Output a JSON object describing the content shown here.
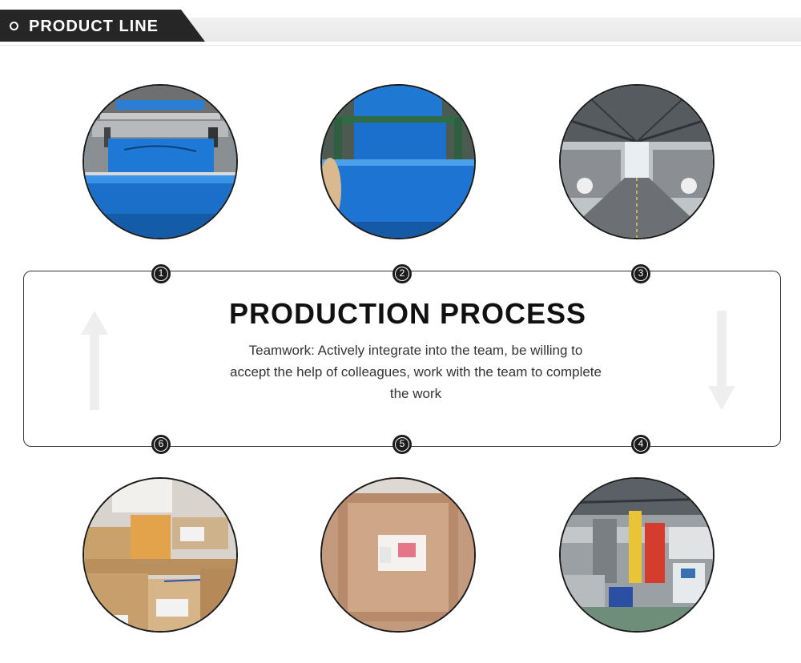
{
  "header": {
    "title": "PRODUCT LINE"
  },
  "process": {
    "title": "PRODUCTION PROCESS",
    "description": "Teamwork: Actively integrate into the team, be willing to accept the help of colleagues, work with the team to complete the work"
  },
  "steps": [
    {
      "number": "1",
      "photo": "blue foam sheet on production rollers"
    },
    {
      "number": "2",
      "photo": "blue foam roll leaving machine"
    },
    {
      "number": "3",
      "photo": "factory workshop hall"
    },
    {
      "number": "4",
      "photo": "production line machinery"
    },
    {
      "number": "5",
      "photo": "wooden crate packing"
    },
    {
      "number": "6",
      "photo": "cardboard boxes shipment"
    }
  ],
  "icons": {
    "up_arrow": "arrow-up-icon",
    "down_arrow": "arrow-down-icon"
  },
  "colors": {
    "header_tab": "#262626",
    "accent_blue": "#1f7fd6",
    "text_dark": "#111111"
  }
}
